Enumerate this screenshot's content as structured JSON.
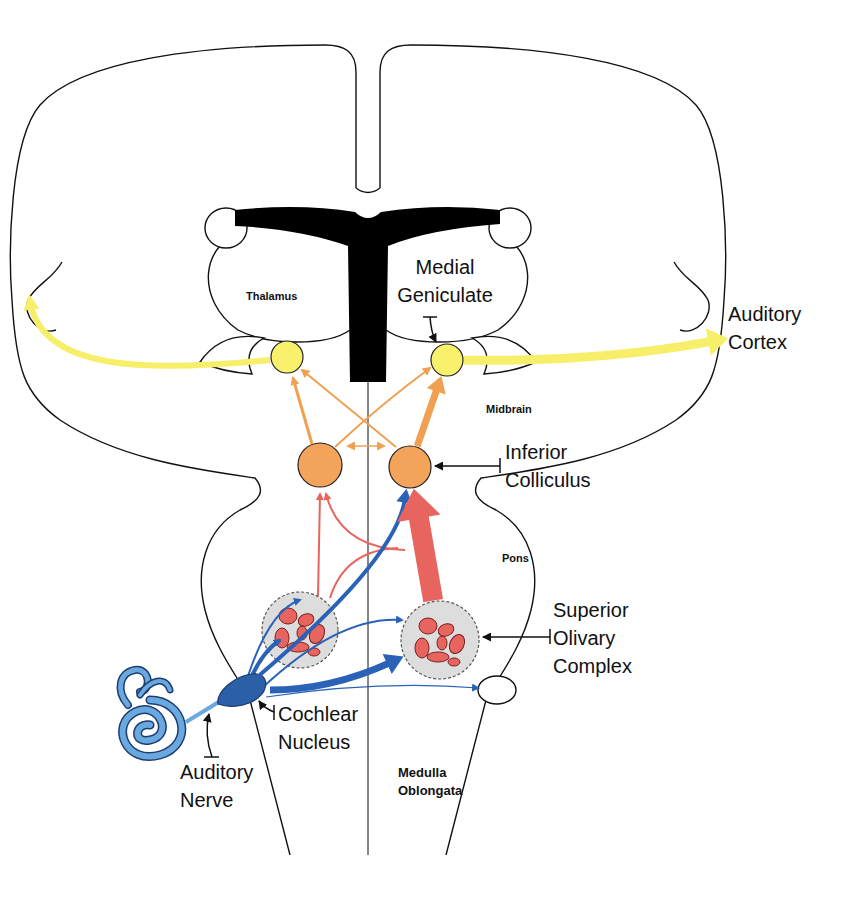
{
  "diagram": {
    "nodes": [
      {
        "text": [
          "Medial Geniculate"
        ]
      },
      {
        "text": [
          "Auditory Cortex"
        ]
      },
      {
        "text": [
          "Inferior Colliculus"
        ]
      },
      {
        "text": [
          "Superior Olivary Complex"
        ]
      },
      {
        "text": [
          "Cochlear Nucleus"
        ]
      }
    ],
    "edges": [
      {
        "from": 4,
        "to": 2,
        "arrow": "to"
      },
      {
        "from": 4,
        "to": 3,
        "arrow": "to"
      },
      {
        "from": 3,
        "to": 2,
        "arrow": "to"
      },
      {
        "from": 2,
        "to": 0,
        "arrow": "to"
      },
      {
        "from": 0,
        "to": 1,
        "arrow": "to"
      }
    ],
    "labels": [
      "Thalamus",
      "Midbrain",
      "Pons",
      "Medulla Oblongata",
      "Auditory Nerve"
    ]
  }
}
